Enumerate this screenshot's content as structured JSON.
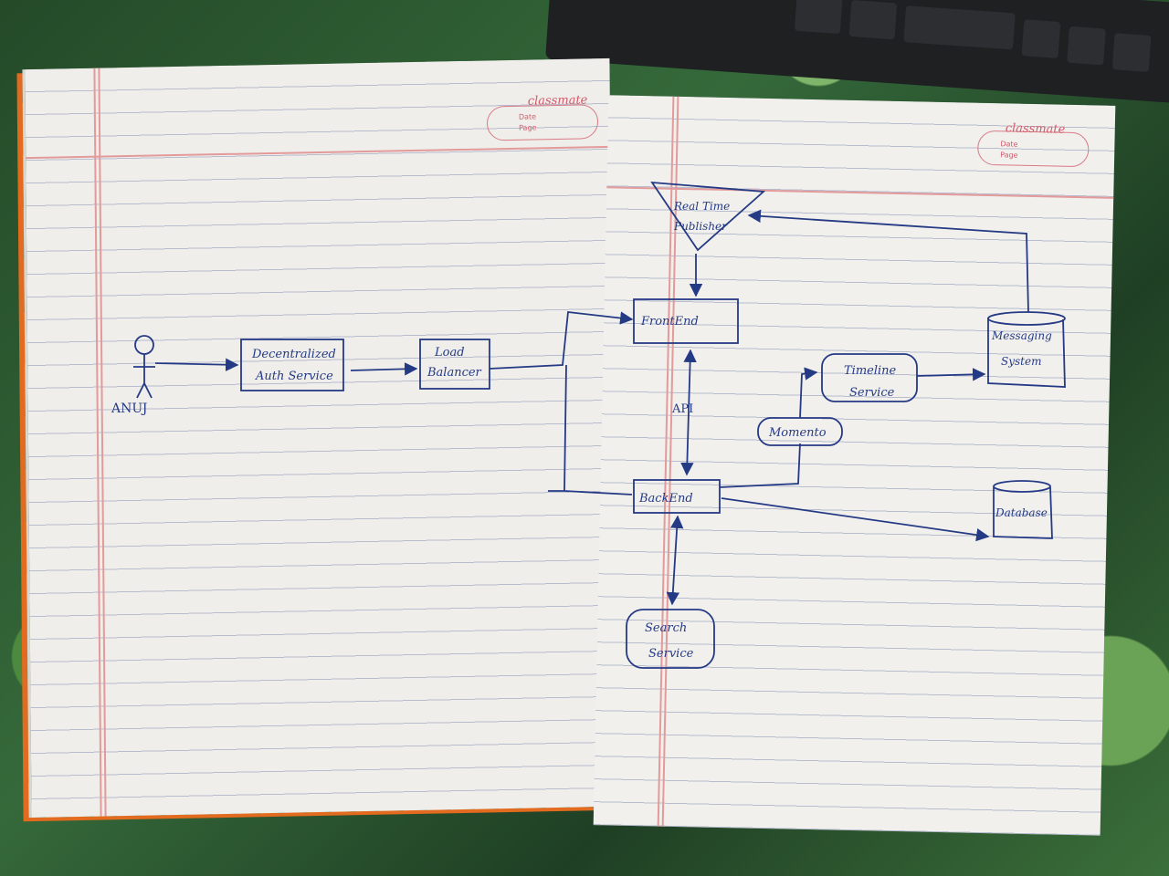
{
  "brand": {
    "name": "classmate",
    "date_label": "Date",
    "page_label": "Page"
  },
  "actor": {
    "label": "ANUJ"
  },
  "nodes": {
    "auth": {
      "line1": "Decentralized",
      "line2": "Auth Service"
    },
    "lb": {
      "line1": "Load",
      "line2": "Balancer"
    },
    "publisher": {
      "line1": "Real Time",
      "line2": "Publisher"
    },
    "frontend": {
      "label": "FrontEnd"
    },
    "backend": {
      "label": "BackEnd"
    },
    "api": {
      "label": "API"
    },
    "timeline": {
      "line1": "Timeline",
      "line2": "Service"
    },
    "momento": {
      "label": "Momento"
    },
    "messaging": {
      "line1": "Messaging",
      "line2": "System"
    },
    "database": {
      "label": "Database"
    },
    "search": {
      "line1": "Search",
      "line2": "Service"
    }
  },
  "colors": {
    "ink": "#253a85",
    "margin": "#e39a9a",
    "cover": "#e26b1f",
    "brand": "#d25a6a"
  }
}
